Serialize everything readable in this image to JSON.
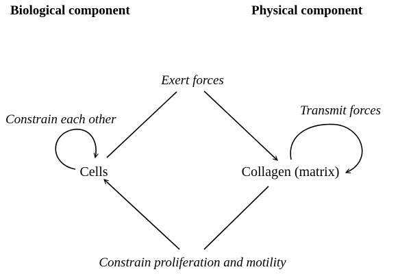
{
  "headings": {
    "left": "Biological component",
    "right": "Physical component"
  },
  "nodes": {
    "cells": "Cells",
    "collagen": "Collagen (matrix)"
  },
  "edges": {
    "exert_forces": "Exert forces",
    "constrain_proliferation": "Constrain proliferation and motility",
    "constrain_each_other": "Constrain each other",
    "transmit_forces": "Transmit forces"
  }
}
